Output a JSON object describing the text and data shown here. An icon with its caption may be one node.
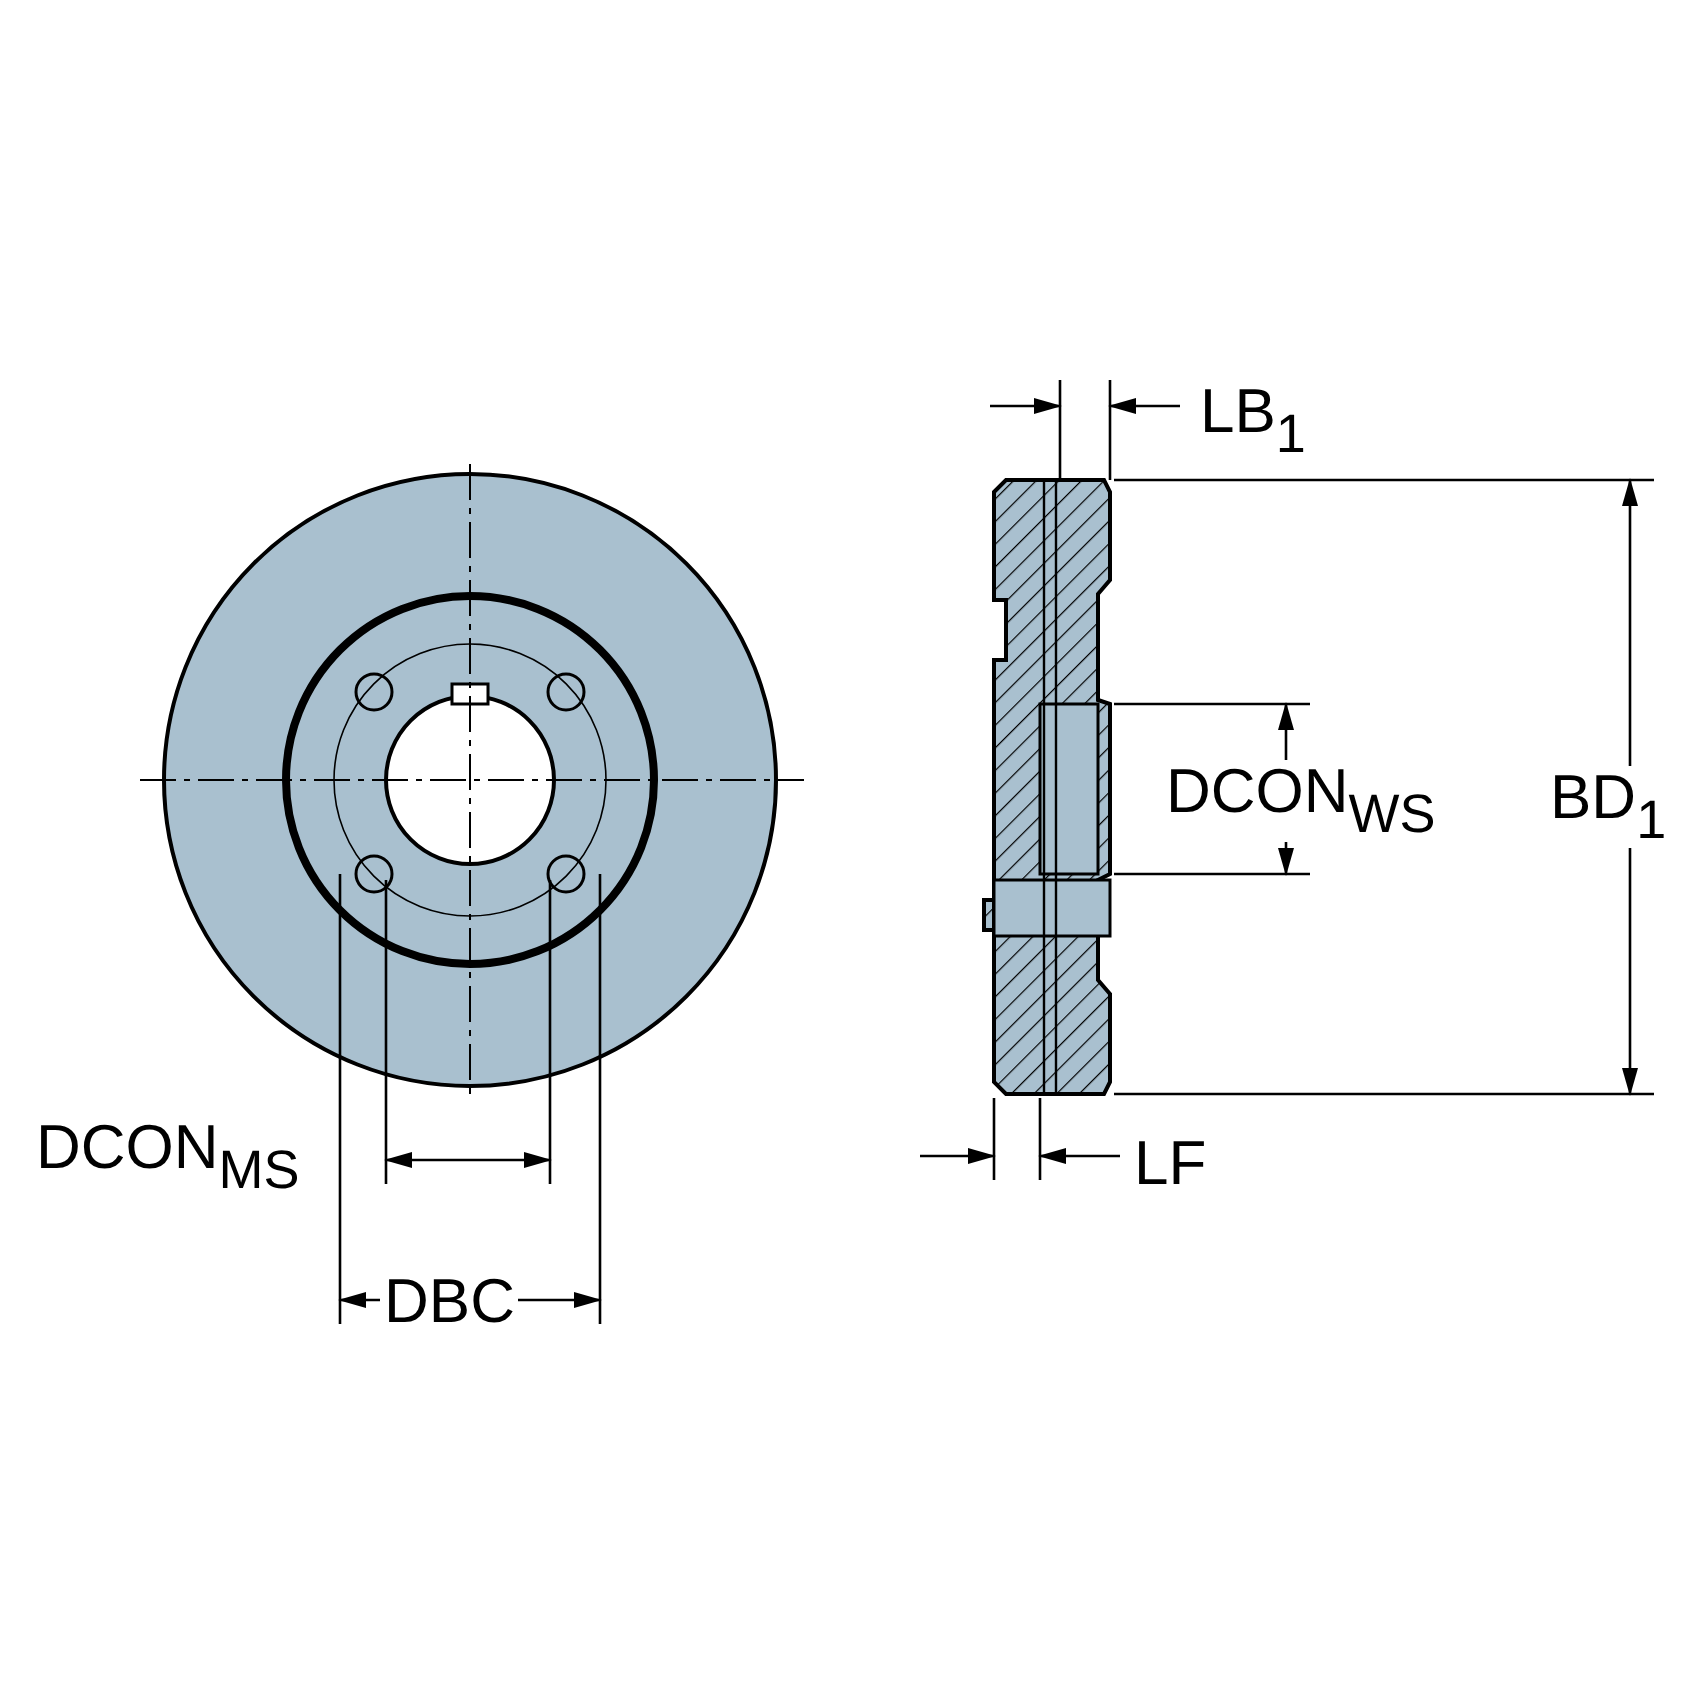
{
  "diagram": {
    "labels": [
      "LB$_{1}$",
      "DCON$_{WS}$",
      "BD$_{1}$",
      "DCON$_{MS}$",
      "LF",
      "DBC"
    ]
  }
}
